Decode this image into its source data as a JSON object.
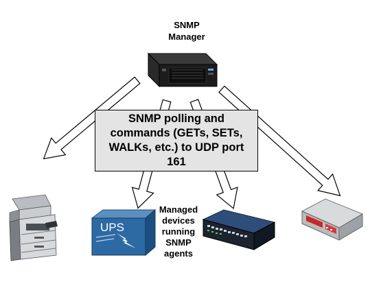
{
  "diagram": {
    "manager_label": "SNMP\nManager",
    "box_text": "SNMP polling and commands (GETs, SETs, WALKs, etc.) to UDP port 161",
    "devices_label": "Managed devices running SNMP agents",
    "ups_text": "UPS"
  }
}
